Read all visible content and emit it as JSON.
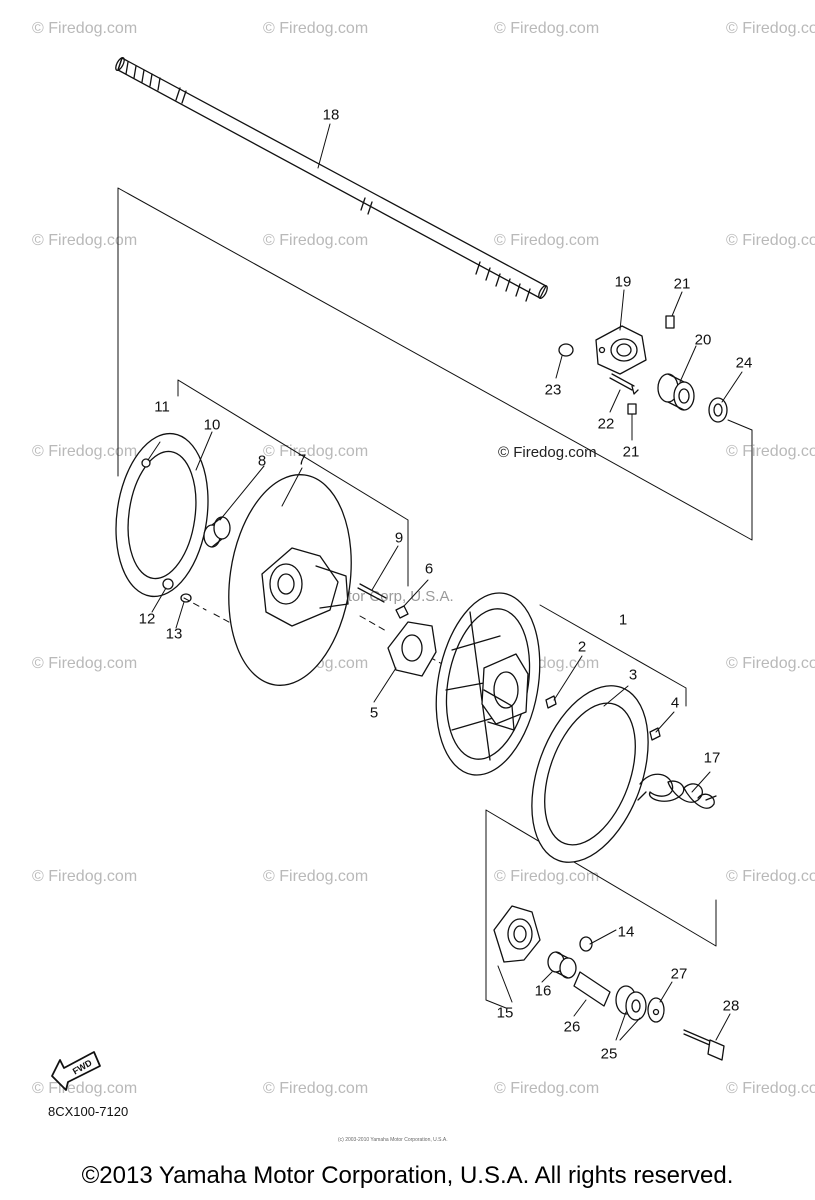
{
  "watermark": {
    "text": "© Firedog.com"
  },
  "center_watermark": "© Firedog.com",
  "corp_watermark": "Yamaha Motor Corp, U.S.A.",
  "callouts": [
    {
      "id": "c1",
      "label": "1"
    },
    {
      "id": "c2",
      "label": "2"
    },
    {
      "id": "c3",
      "label": "3"
    },
    {
      "id": "c4",
      "label": "4"
    },
    {
      "id": "c5",
      "label": "5"
    },
    {
      "id": "c6",
      "label": "6"
    },
    {
      "id": "c7",
      "label": "7"
    },
    {
      "id": "c8",
      "label": "8"
    },
    {
      "id": "c9",
      "label": "9"
    },
    {
      "id": "c10",
      "label": "10"
    },
    {
      "id": "c11",
      "label": "11"
    },
    {
      "id": "c12",
      "label": "12"
    },
    {
      "id": "c13",
      "label": "13"
    },
    {
      "id": "c14",
      "label": "14"
    },
    {
      "id": "c15",
      "label": "15"
    },
    {
      "id": "c16",
      "label": "16"
    },
    {
      "id": "c17",
      "label": "17"
    },
    {
      "id": "c18",
      "label": "18"
    },
    {
      "id": "c19",
      "label": "19"
    },
    {
      "id": "c20",
      "label": "20"
    },
    {
      "id": "c21a",
      "label": "21"
    },
    {
      "id": "c21b",
      "label": "21"
    },
    {
      "id": "c22",
      "label": "22"
    },
    {
      "id": "c23",
      "label": "23"
    },
    {
      "id": "c24",
      "label": "24"
    },
    {
      "id": "c25",
      "label": "25"
    },
    {
      "id": "c26",
      "label": "26"
    },
    {
      "id": "c27",
      "label": "27"
    },
    {
      "id": "c28",
      "label": "28"
    }
  ],
  "fwd_label": "FWD",
  "diagram_code": "8CX100-7120",
  "tiny_text": "(c) 2003-2010 Yamaha Motor Corporation, U.S.A.",
  "copyright": "©2013 Yamaha Motor Corporation, U.S.A. All rights reserved."
}
